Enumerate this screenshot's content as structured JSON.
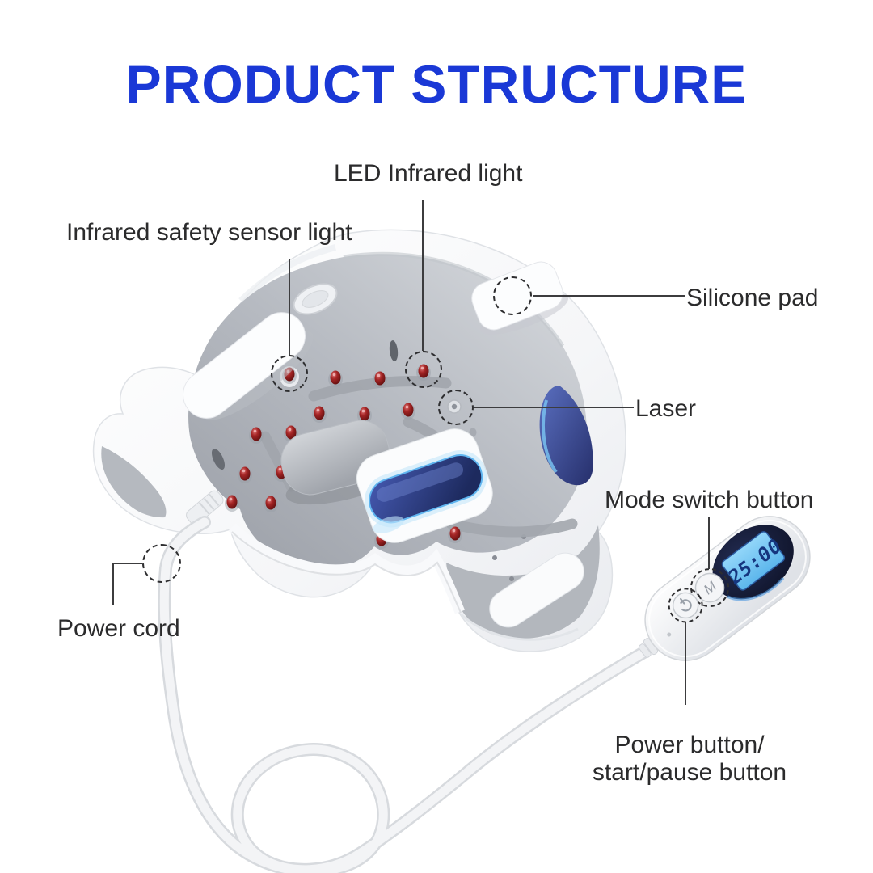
{
  "title": "PRODUCT STRUCTURE",
  "annotations": {
    "led_infrared": "LED Infrared light",
    "infrared_sensor": "Infrared safety sensor light",
    "silicone_pad": "Silicone pad",
    "laser": "Laser",
    "mode_switch": "Mode switch button",
    "power_cord": "Power cord",
    "power_button_line1": "Power button/",
    "power_button_line2": "start/pause button"
  },
  "remote": {
    "display_time": "25:00",
    "mode_button_label": "M"
  },
  "colors": {
    "title_blue": "#1a38d6",
    "label_text": "#2b2b2c",
    "leader_line": "#3c3c3e",
    "led_red": "#5c0d0d",
    "lcd_background": "#7ecbf5",
    "lcd_digits": "#16367f",
    "glow_cyan": "#5fb5f0",
    "navy_window": "#1e2a5e",
    "shell_white": "#f8f9fb",
    "dome_gray": "#b4b8bf"
  }
}
